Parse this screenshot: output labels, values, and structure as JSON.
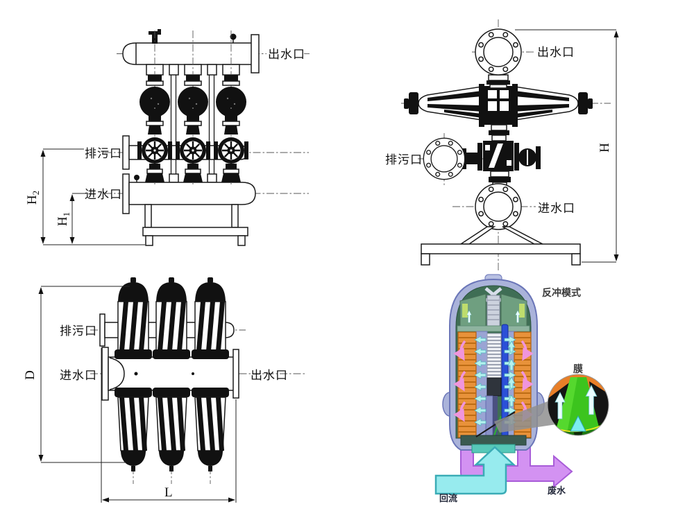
{
  "page": {
    "background": "#ffffff"
  },
  "front_view": {
    "outlet_label": "出水口",
    "drain_label": "排污口",
    "inlet_label": "进水口",
    "dim_h2_base": "H",
    "dim_h2_sub": "2",
    "dim_h1_base": "H",
    "dim_h1_sub": "1"
  },
  "side_view": {
    "outlet_label": "出水口",
    "drain_label": "排污口",
    "inlet_label": "进水口",
    "dim_h": "H"
  },
  "top_view": {
    "drain_label": "排污口",
    "inlet_label": "进水口",
    "outlet_label": "出水口",
    "dim_d": "D",
    "dim_l": "L"
  },
  "cutaway_view": {
    "mode_label": "反冲模式",
    "membrane_label": "膜",
    "return_label": "回流",
    "waste_label": "废水",
    "colors": {
      "shell": "#aab3da",
      "shell_outline": "#6b76b8",
      "interior": "#3f6e55",
      "discs": "#e8923a",
      "rod": "#2b50d8",
      "flow_cyan": "#97ebee",
      "waste_purple": "#d392f2",
      "membrane_green": "#3cc41e",
      "inset_orange": "#e87f28"
    }
  }
}
